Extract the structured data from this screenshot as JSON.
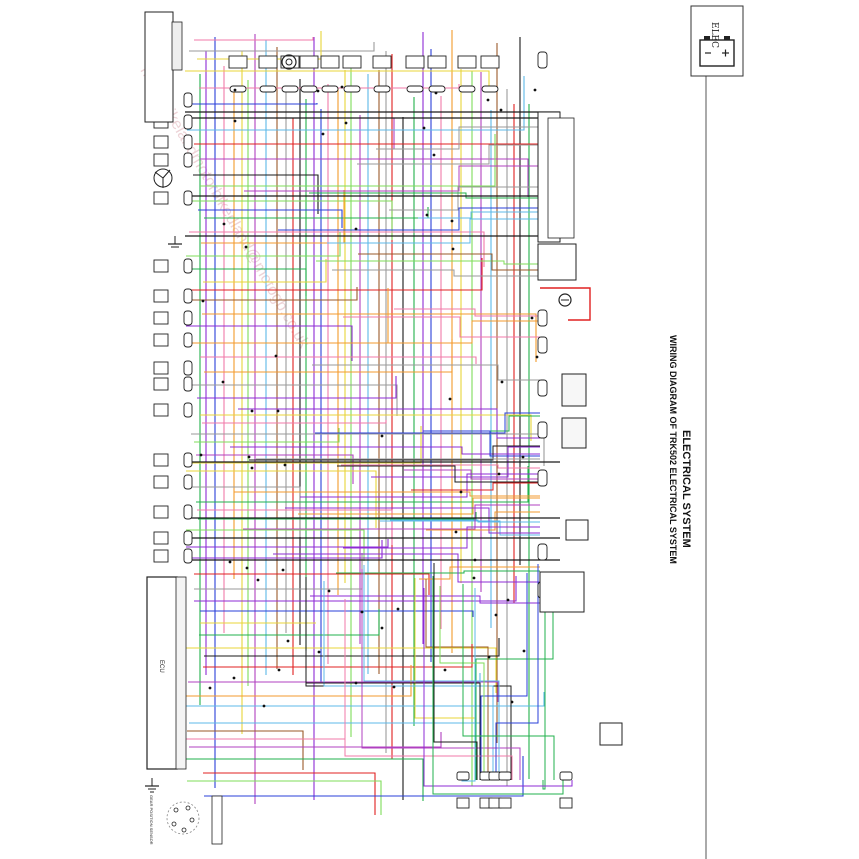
{
  "diagram": {
    "title": "ELECTRICAL SYSTEM",
    "subtitle": "WIRING DIAGRAM OF TRK502 ELECTRICAL SYSTEM",
    "section_tab": "ELEC",
    "ecu_label": "ECU",
    "sensor_label": "GEAR POSITION SENSOR",
    "watermark": "motorbikelandmotorbikedland@motogb.co.uk"
  },
  "wire_colors": {
    "black": "#1a1a1a",
    "red": "#e02020",
    "green": "#22b14c",
    "light_green": "#7fdc5a",
    "blue": "#2a3fd8",
    "light_blue": "#5cb8e8",
    "purple": "#8e2bd6",
    "violet": "#b040c0",
    "pink": "#f07aa8",
    "orange": "#f39a2c",
    "yellow": "#e8d43a",
    "brown": "#9a5a2a",
    "gray": "#9a9a9a"
  }
}
